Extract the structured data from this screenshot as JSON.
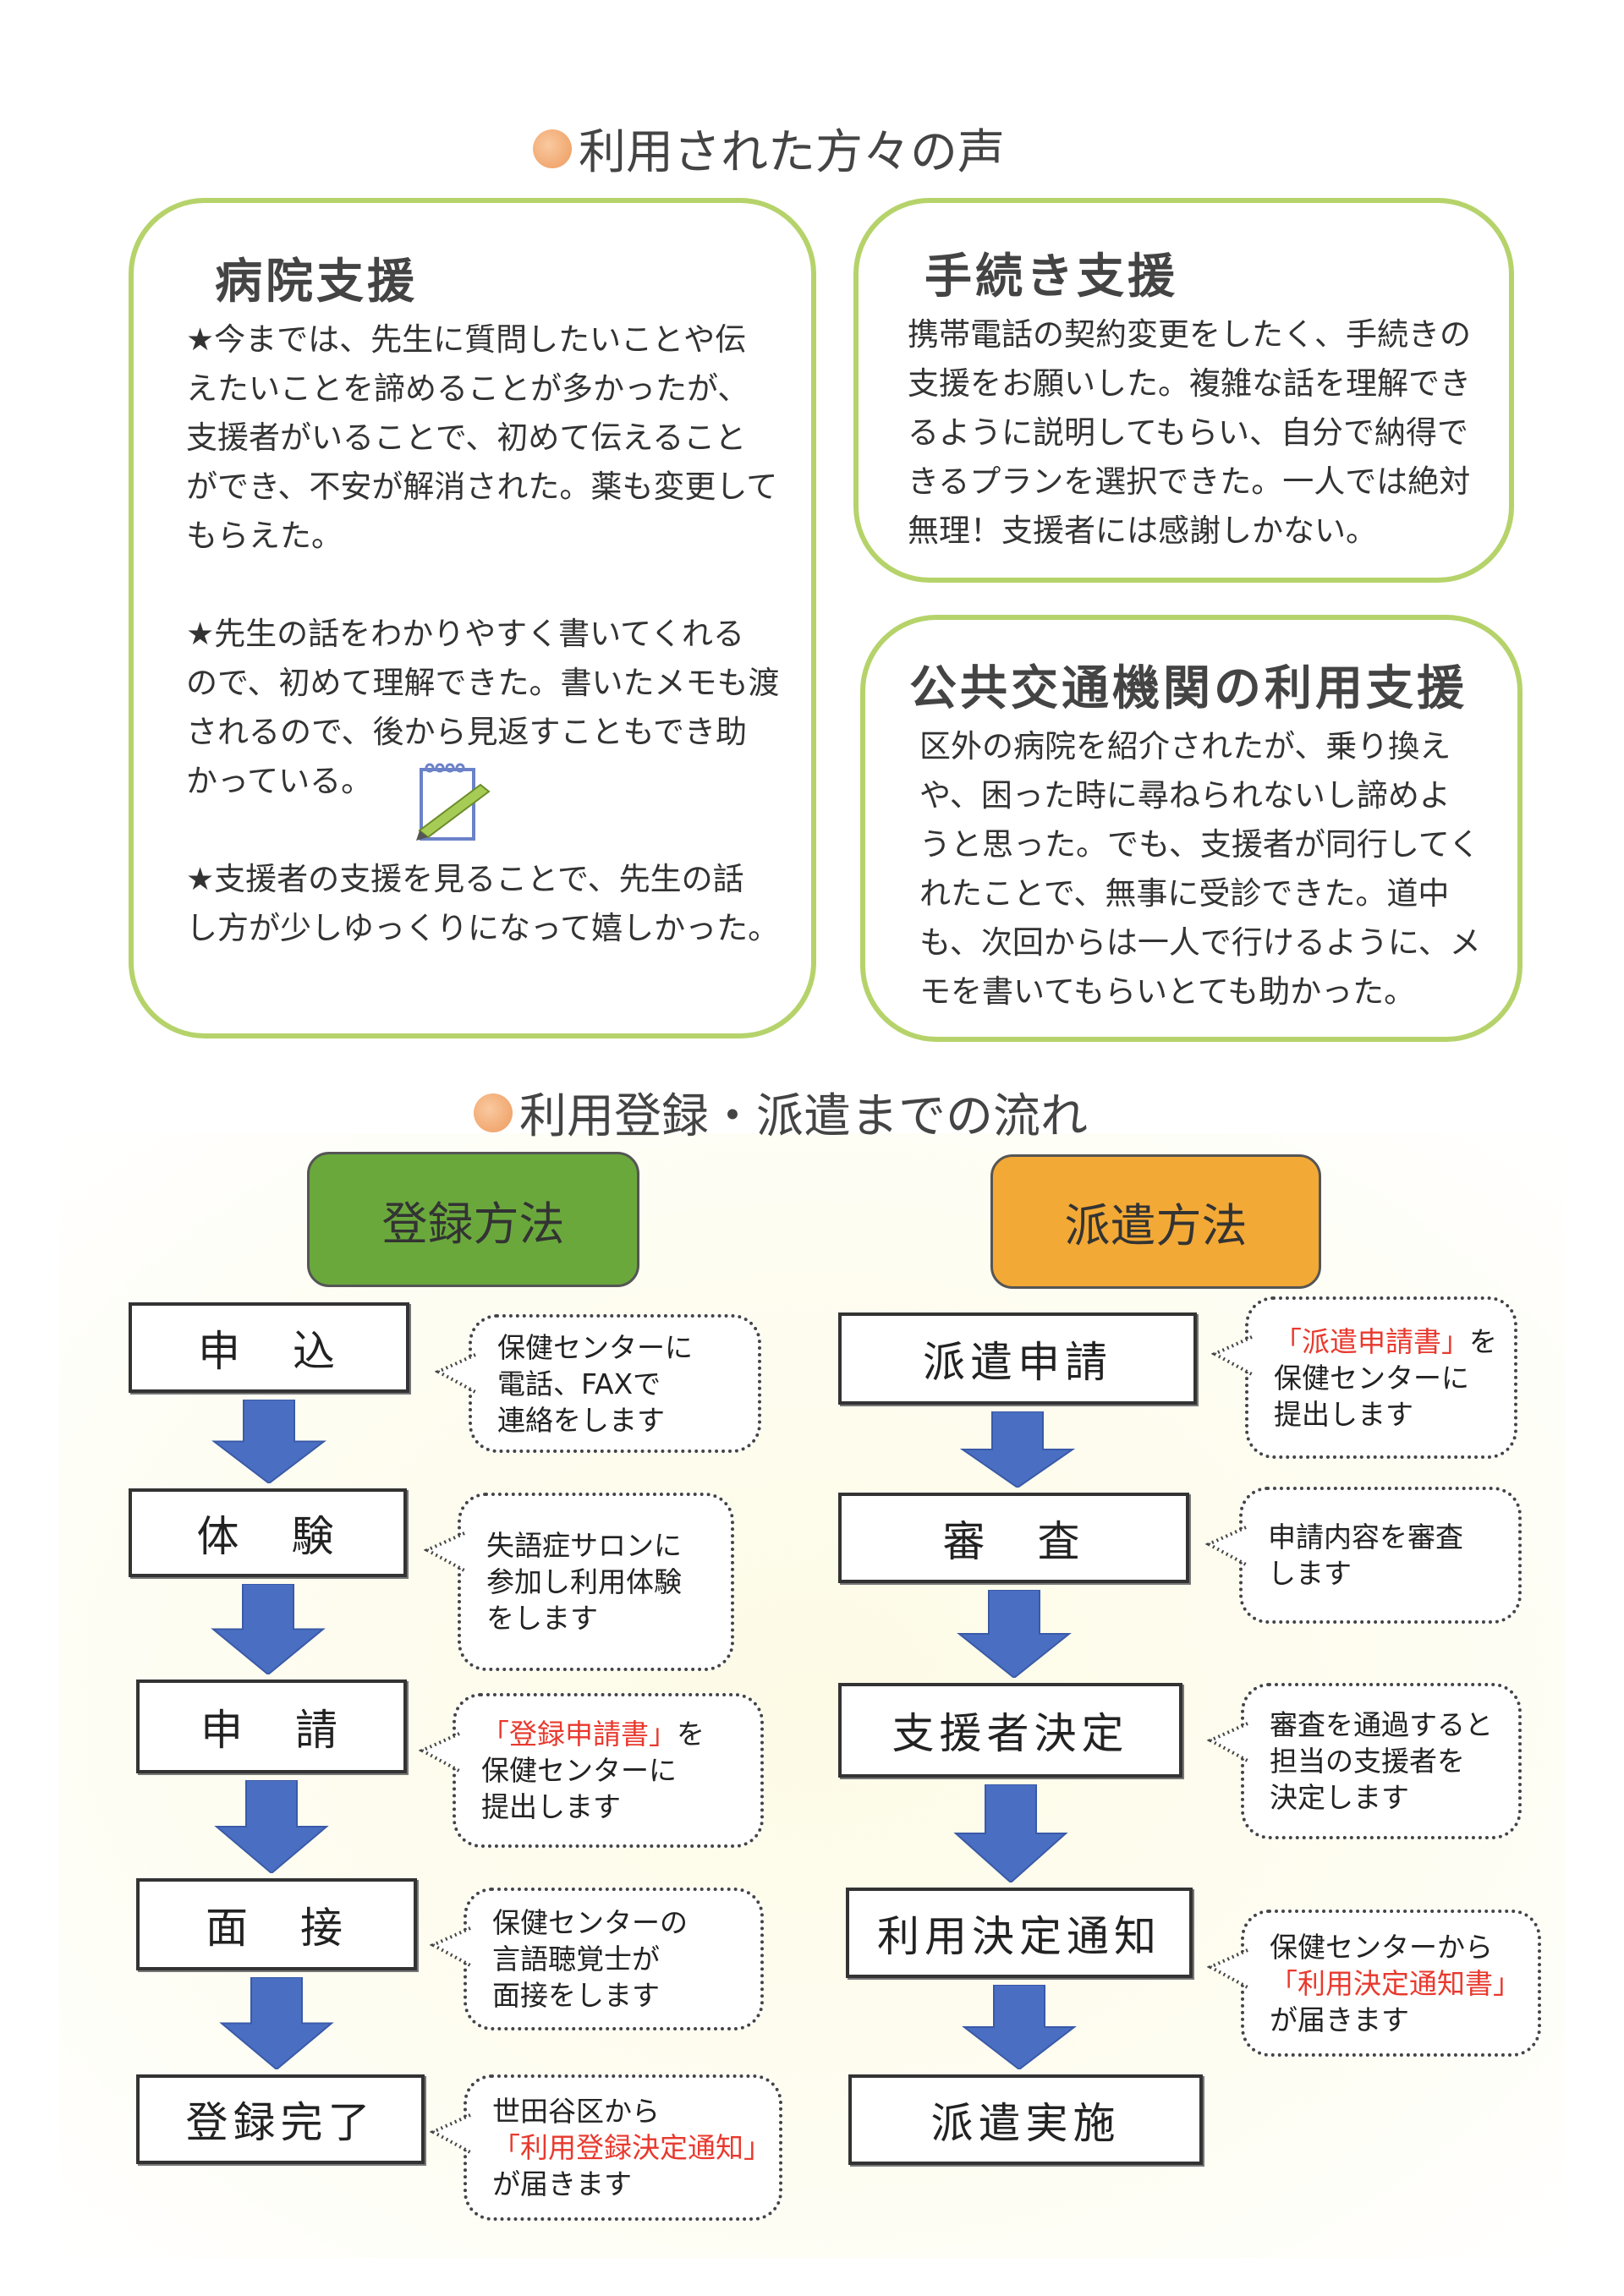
{
  "voices": {
    "title": "利用された方々の声",
    "hospital": {
      "title": "病院支援",
      "paragraphs": [
        "★今までは、先生に質問したいことや伝\nえたいことを諦めることが多かったが、\n支援者がいることで、初めて伝えること\nができ、不安が解消された。薬も変更して\nもらえた。",
        "★先生の話をわかりやすく書いてくれる\nので、初めて理解できた。書いたメモも渡\nされるので、後から見返すこともでき助\nかっている。",
        "★支援者の支援を見ることで、先生の話\nし方が少しゆっくりになって嬉しかった。"
      ]
    },
    "procedure": {
      "title": "手続き支援",
      "text": "携帯電話の契約変更をしたく、手続きの\n支援をお願いした。複雑な話を理解でき\nるように説明してもらい、自分で納得で\nきるプランを選択できた。一人では絶対\n無理！支援者には感謝しかない。"
    },
    "transit": {
      "title": "公共交通機関の利用支援",
      "text": "区外の病院を紹介されたが、乗り換え\nや、困った時に尋ねられないし諦めよ\nうと思った。でも、支援者が同行してく\nれたことで、無事に受診できた。道中\nも、次回からは一人で行けるように、メ\nモを書いてもらいとても助かった。"
    }
  },
  "flow": {
    "title": "利用登録・派遣までの流れ",
    "registration": {
      "header": "登録方法",
      "steps": [
        {
          "label": "申　込",
          "note": [
            [
              {
                "t": "保健センターに"
              }
            ],
            [
              {
                "t": "電話、FAXで"
              }
            ],
            [
              {
                "t": "連絡をします"
              }
            ]
          ]
        },
        {
          "label": "体　験",
          "note": [
            [
              {
                "t": "失語症サロンに"
              }
            ],
            [
              {
                "t": "参加し利用体験"
              }
            ],
            [
              {
                "t": "をします"
              }
            ]
          ]
        },
        {
          "label": "申　請",
          "note": [
            [
              {
                "t": "「登録申請書」",
                "red": true
              },
              {
                "t": "を"
              }
            ],
            [
              {
                "t": "保健センターに"
              }
            ],
            [
              {
                "t": "提出します"
              }
            ]
          ]
        },
        {
          "label": "面　接",
          "note": [
            [
              {
                "t": "保健センターの"
              }
            ],
            [
              {
                "t": "言語聴覚士が"
              }
            ],
            [
              {
                "t": "面接をします"
              }
            ]
          ]
        },
        {
          "label": "登録完了",
          "note": [
            [
              {
                "t": "世田谷区から"
              }
            ],
            [
              {
                "t": "「利用登録決定通知」",
                "red": true
              }
            ],
            [
              {
                "t": "が届きます"
              }
            ]
          ]
        }
      ]
    },
    "dispatch": {
      "header": "派遣方法",
      "steps": [
        {
          "label": "派遣申請",
          "note": [
            [
              {
                "t": "「派遣申請書」",
                "red": true
              },
              {
                "t": "を"
              }
            ],
            [
              {
                "t": "保健センターに"
              }
            ],
            [
              {
                "t": "提出します"
              }
            ]
          ]
        },
        {
          "label": "審　査",
          "note": [
            [
              {
                "t": "申請内容を審査"
              }
            ],
            [
              {
                "t": "します"
              }
            ]
          ]
        },
        {
          "label": "支援者決定",
          "note": [
            [
              {
                "t": "審査を通過すると"
              }
            ],
            [
              {
                "t": "担当の支援者を"
              }
            ],
            [
              {
                "t": "決定します"
              }
            ]
          ]
        },
        {
          "label": "利用決定通知",
          "note": [
            [
              {
                "t": "保健センターから"
              }
            ],
            [
              {
                "t": "「利用決定通知書」",
                "red": true
              }
            ],
            [
              {
                "t": "が届きます"
              }
            ]
          ]
        },
        {
          "label": "派遣実施",
          "note": null
        }
      ]
    }
  },
  "colors": {
    "card_border": "#b5d36a",
    "registration_header": "#6aa83c",
    "dispatch_header": "#f3a935",
    "arrow": "#4a6fc2",
    "highlight_red": "#e8392e"
  }
}
